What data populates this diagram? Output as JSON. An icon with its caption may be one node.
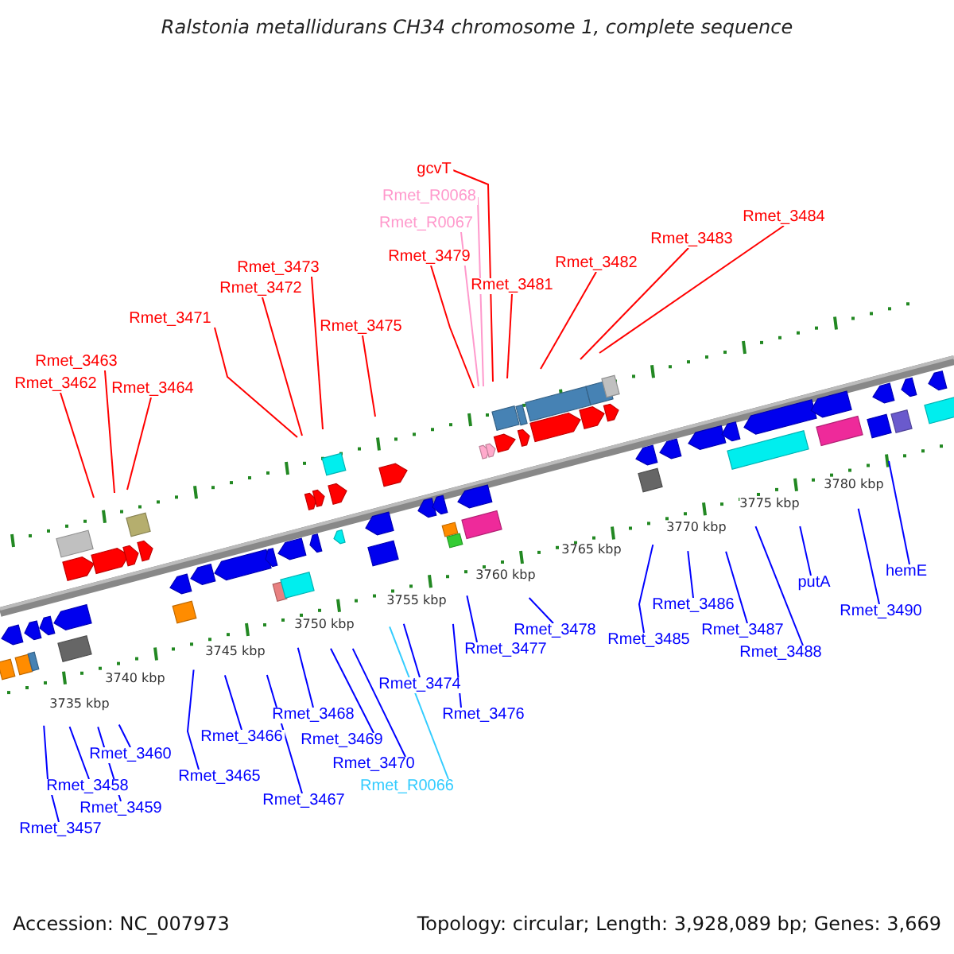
{
  "diagram": {
    "title": "Ralstonia metallidurans CH34 chromosome 1, complete sequence",
    "nodes": [
      {
        "text": [
          "gcvT"
        ]
      },
      {
        "text": [
          "Rmet_R0068"
        ]
      },
      {
        "text": [
          "Rmet_R0067"
        ]
      },
      {
        "text": [
          "Rmet_3484"
        ]
      },
      {
        "text": [
          "Rmet_3483"
        ]
      },
      {
        "text": [
          "Rmet_3479"
        ]
      },
      {
        "text": [
          "Rmet_3473"
        ]
      },
      {
        "text": [
          "Rmet_3482"
        ]
      },
      {
        "text": [
          "Rmet_3481"
        ]
      },
      {
        "text": [
          "Rmet_3472"
        ]
      },
      {
        "text": [
          "Rmet_3471"
        ]
      },
      {
        "text": [
          "Rmet_3475"
        ]
      },
      {
        "text": [
          "Rmet_3463"
        ]
      },
      {
        "text": [
          "Rmet_3462"
        ]
      },
      {
        "text": [
          "Rmet_3464"
        ]
      },
      {
        "text": [
          "hemE"
        ]
      },
      {
        "text": [
          "putA"
        ]
      },
      {
        "text": [
          "Rmet_3490"
        ]
      },
      {
        "text": [
          "Rmet_3486"
        ]
      },
      {
        "text": [
          "Rmet_3478"
        ]
      },
      {
        "text": [
          "Rmet_3487"
        ]
      },
      {
        "text": [
          "Rmet_3485"
        ]
      },
      {
        "text": [
          "Rmet_3477"
        ]
      },
      {
        "text": [
          "Rmet_3488"
        ]
      },
      {
        "text": [
          "Rmet_3474"
        ]
      },
      {
        "text": [
          "Rmet_3476"
        ]
      },
      {
        "text": [
          "Rmet_3468"
        ]
      },
      {
        "text": [
          "Rmet_3466"
        ]
      },
      {
        "text": [
          "Rmet_3469"
        ]
      },
      {
        "text": [
          "Rmet_3460"
        ]
      },
      {
        "text": [
          "Rmet_3470"
        ]
      },
      {
        "text": [
          "Rmet_3465"
        ]
      },
      {
        "text": [
          "Rmet_R0066"
        ]
      },
      {
        "text": [
          "Rmet_3458"
        ]
      },
      {
        "text": [
          "Rmet_3467"
        ]
      },
      {
        "text": [
          "Rmet_3459"
        ]
      },
      {
        "text": [
          "Rmet_3457"
        ]
      }
    ],
    "edges": [
      {
        "from": 0,
        "to": null,
        "arrow": "none",
        "color": "#ff0000"
      },
      {
        "from": 1,
        "to": null,
        "arrow": "none",
        "color": "#ff99cc"
      },
      {
        "from": 2,
        "to": null,
        "arrow": "none",
        "color": "#ff99cc"
      },
      {
        "from": 3,
        "to": null,
        "arrow": "none",
        "color": "#ff0000"
      },
      {
        "from": 4,
        "to": null,
        "arrow": "none",
        "color": "#ff0000"
      },
      {
        "from": 5,
        "to": null,
        "arrow": "none",
        "color": "#ff0000"
      },
      {
        "from": 6,
        "to": null,
        "arrow": "none",
        "color": "#ff0000"
      },
      {
        "from": 7,
        "to": null,
        "arrow": "none",
        "color": "#ff0000"
      },
      {
        "from": 8,
        "to": null,
        "arrow": "none",
        "color": "#ff0000"
      },
      {
        "from": 9,
        "to": null,
        "arrow": "none",
        "color": "#ff0000"
      },
      {
        "from": 10,
        "to": null,
        "arrow": "none",
        "color": "#ff0000"
      },
      {
        "from": 11,
        "to": null,
        "arrow": "none",
        "color": "#ff0000"
      },
      {
        "from": 12,
        "to": null,
        "arrow": "none",
        "color": "#ff0000"
      },
      {
        "from": 13,
        "to": null,
        "arrow": "none",
        "color": "#ff0000"
      },
      {
        "from": 14,
        "to": null,
        "arrow": "none",
        "color": "#ff0000"
      },
      {
        "from": 15,
        "to": null,
        "arrow": "none"
      },
      {
        "from": 16,
        "to": null,
        "arrow": "none"
      },
      {
        "from": 17,
        "to": null,
        "arrow": "none"
      },
      {
        "from": 18,
        "to": null,
        "arrow": "none"
      },
      {
        "from": 19,
        "to": null,
        "arrow": "none"
      },
      {
        "from": 20,
        "to": null,
        "arrow": "none"
      },
      {
        "from": 21,
        "to": null,
        "arrow": "none"
      },
      {
        "from": 22,
        "to": null,
        "arrow": "none"
      },
      {
        "from": 23,
        "to": null,
        "arrow": "none"
      },
      {
        "from": 24,
        "to": null,
        "arrow": "none"
      },
      {
        "from": 25,
        "to": null,
        "arrow": "none"
      },
      {
        "from": 26,
        "to": null,
        "arrow": "none"
      },
      {
        "from": 27,
        "to": null,
        "arrow": "none"
      },
      {
        "from": 28,
        "to": null,
        "arrow": "none"
      },
      {
        "from": 29,
        "to": null,
        "arrow": "none"
      },
      {
        "from": 30,
        "to": null,
        "arrow": "none"
      },
      {
        "from": 31,
        "to": null,
        "arrow": "none"
      },
      {
        "from": 32,
        "to": null,
        "arrow": "none",
        "color": "#33ccff"
      },
      {
        "from": 33,
        "to": null,
        "arrow": "none"
      },
      {
        "from": 34,
        "to": null,
        "arrow": "none"
      },
      {
        "from": 35,
        "to": null,
        "arrow": "none"
      },
      {
        "from": 36,
        "to": null,
        "arrow": "none"
      }
    ],
    "labels": [
      "3735 kbp",
      "3740 kbp",
      "3745 kbp",
      "3750 kbp",
      "3755 kbp",
      "3760 kbp",
      "3765 kbp",
      "3770 kbp",
      "3775 kbp",
      "3780 kbp",
      "Accession: NC_007973",
      "Topology: circular; Length: 3,928,089 bp; Genes: 3,669"
    ]
  }
}
